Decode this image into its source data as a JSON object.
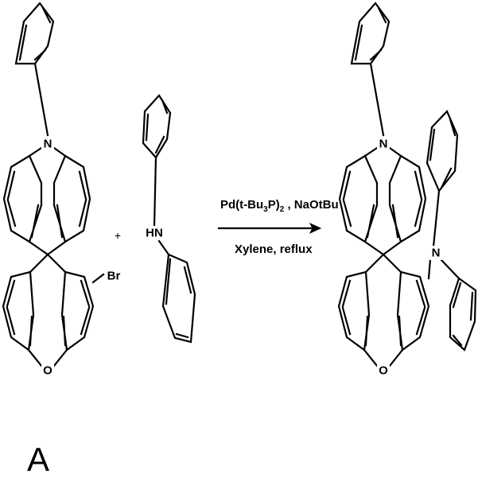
{
  "scheme": {
    "reactant_a": {
      "atoms": {
        "nitrogen": "N",
        "oxygen": "O",
        "bromine": "Br"
      }
    },
    "reactant_b": {
      "atoms": {
        "amine": "HN"
      }
    },
    "plus_sign": "+",
    "conditions": {
      "reagents": {
        "pre": "Pd(t-Bu",
        "sub1": "3",
        "mid": "P)",
        "sub2": "2",
        "post": " , NaOtBu"
      },
      "solvent": "Xylene, reflux"
    },
    "product": {
      "atoms": {
        "nitrogen": "N",
        "oxygen": "O",
        "amine_n": "N"
      }
    },
    "panel_label": "A"
  }
}
